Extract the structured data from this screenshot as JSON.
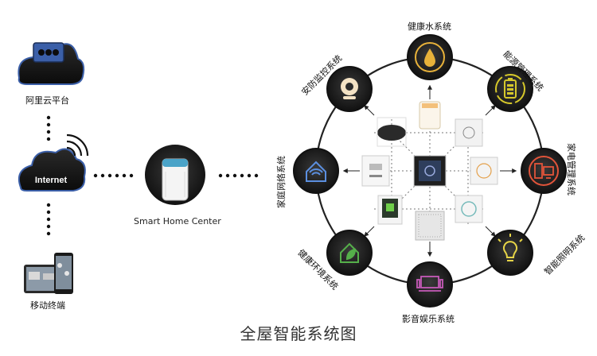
{
  "left_column": {
    "cloud_label": "阿里云平台",
    "internet_label": "Internet",
    "mobile_label": "移动终端"
  },
  "center": {
    "label": "Smart Home Center"
  },
  "systems": [
    {
      "label": "健康水系统",
      "icon": "water-drop-icon",
      "ring": "#e8b23a"
    },
    {
      "label": "能源管理系统",
      "icon": "battery-icon",
      "ring": "#d6c82a"
    },
    {
      "label": "家电管理系统",
      "icon": "appliance-icon",
      "ring": "#e2543a"
    },
    {
      "label": "智能照明系统",
      "icon": "bulb-icon",
      "ring": "#d7c73a"
    },
    {
      "label": "影音娱乐系统",
      "icon": "tv-icon",
      "ring": "#b43aa8"
    },
    {
      "label": "健康环境系统",
      "icon": "leaf-house-icon",
      "ring": "#55b04a"
    },
    {
      "label": "家庭网络系统",
      "icon": "wifi-house-icon",
      "ring": "#3a7ad6"
    },
    {
      "label": "安防监控系统",
      "icon": "camera-icon",
      "ring": "#e5c07a"
    }
  ],
  "caption": "全屋智能系统图",
  "colors": {
    "dark": "#1b1b1b",
    "cloud_blue": "#3b5fa8",
    "ring_line": "#222222"
  }
}
